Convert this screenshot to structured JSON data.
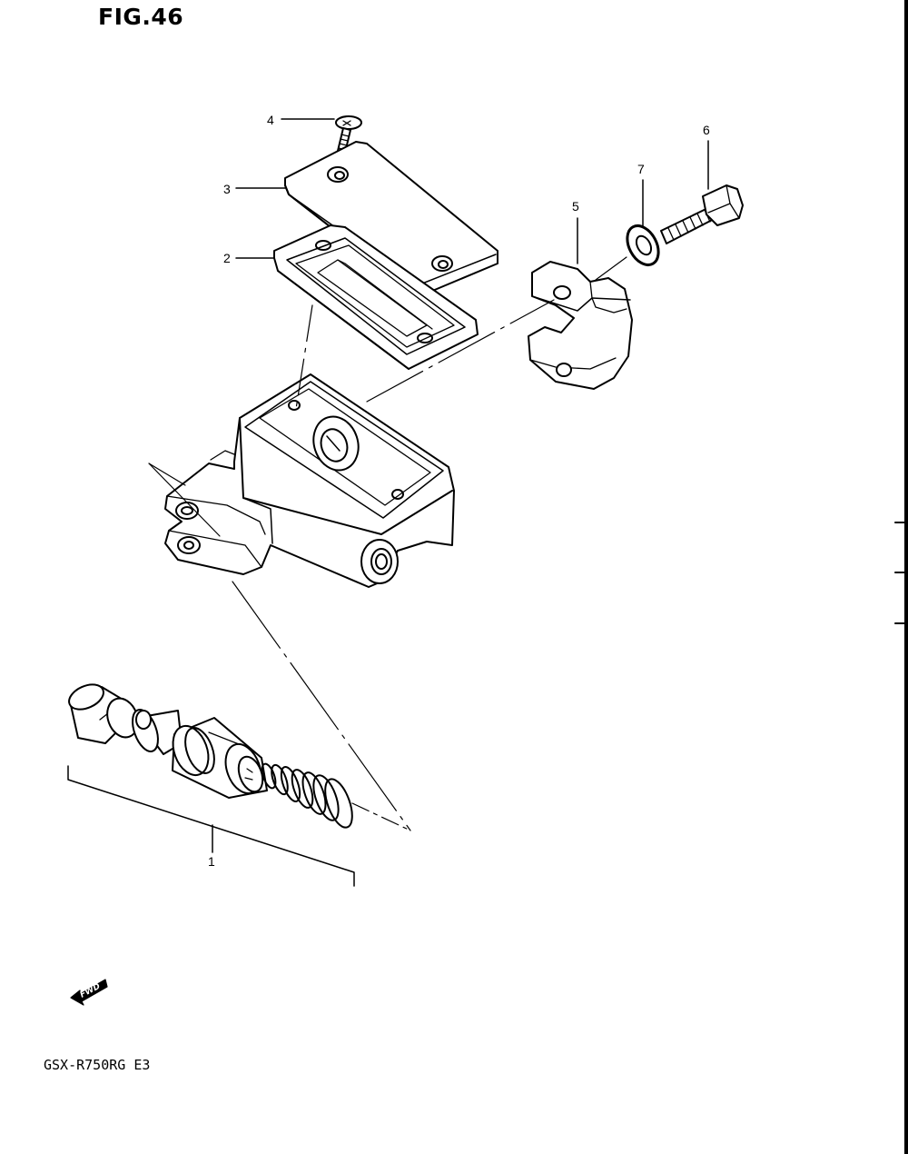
{
  "figure": {
    "title": "FIG.46",
    "model_code": "GSX-R750RG E3",
    "fwd_label": "FWD"
  },
  "callouts": [
    {
      "id": "1",
      "label": "1",
      "part": "master-cylinder-assembly"
    },
    {
      "id": "2",
      "label": "2",
      "part": "reservoir-diaphragm"
    },
    {
      "id": "3",
      "label": "3",
      "part": "reservoir-cap"
    },
    {
      "id": "4",
      "label": "4",
      "part": "cap-screw"
    },
    {
      "id": "5",
      "label": "5",
      "part": "holder-clamp"
    },
    {
      "id": "6",
      "label": "6",
      "part": "bolt"
    },
    {
      "id": "7",
      "label": "7",
      "part": "washer"
    }
  ],
  "icons": {
    "fwd_arrow": "fwd-arrow-icon"
  },
  "colors": {
    "ink": "#000000",
    "paper": "#ffffff"
  }
}
